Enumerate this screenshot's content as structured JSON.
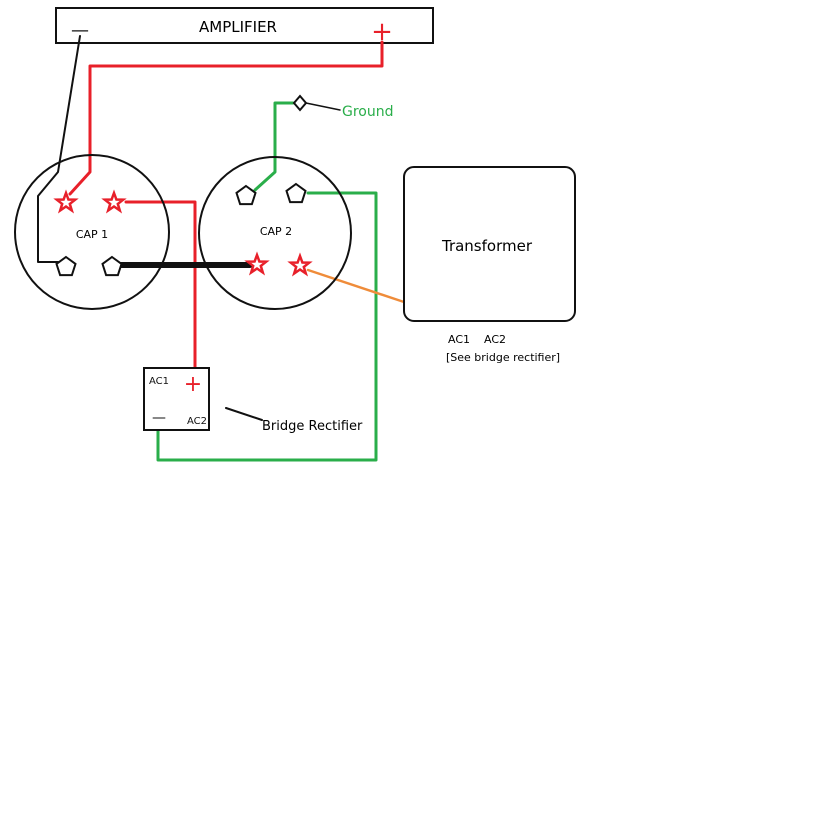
{
  "colors": {
    "red_wire": "#e8202a",
    "black_wire": "#111111",
    "green_wire": "#2aae4a",
    "orange_wire": "#ef8c3a",
    "terminal_red": "#e8202a",
    "terminal_black": "#111111"
  },
  "amplifier": {
    "label": "AMPLIFIER",
    "neg_symbol": "—",
    "pos_symbol": "+"
  },
  "cap1": {
    "label": "CAP 1"
  },
  "cap2": {
    "label": "CAP 2"
  },
  "ground": {
    "label": "Ground"
  },
  "transformer": {
    "label": "Transformer",
    "terminals": "AC1    AC2",
    "note": "[See bridge rectifier]"
  },
  "bridge": {
    "ac1": "AC1",
    "ac2": "AC2",
    "pos_symbol": "+",
    "neg_symbol": "—",
    "label": "Bridge Rectifier"
  }
}
